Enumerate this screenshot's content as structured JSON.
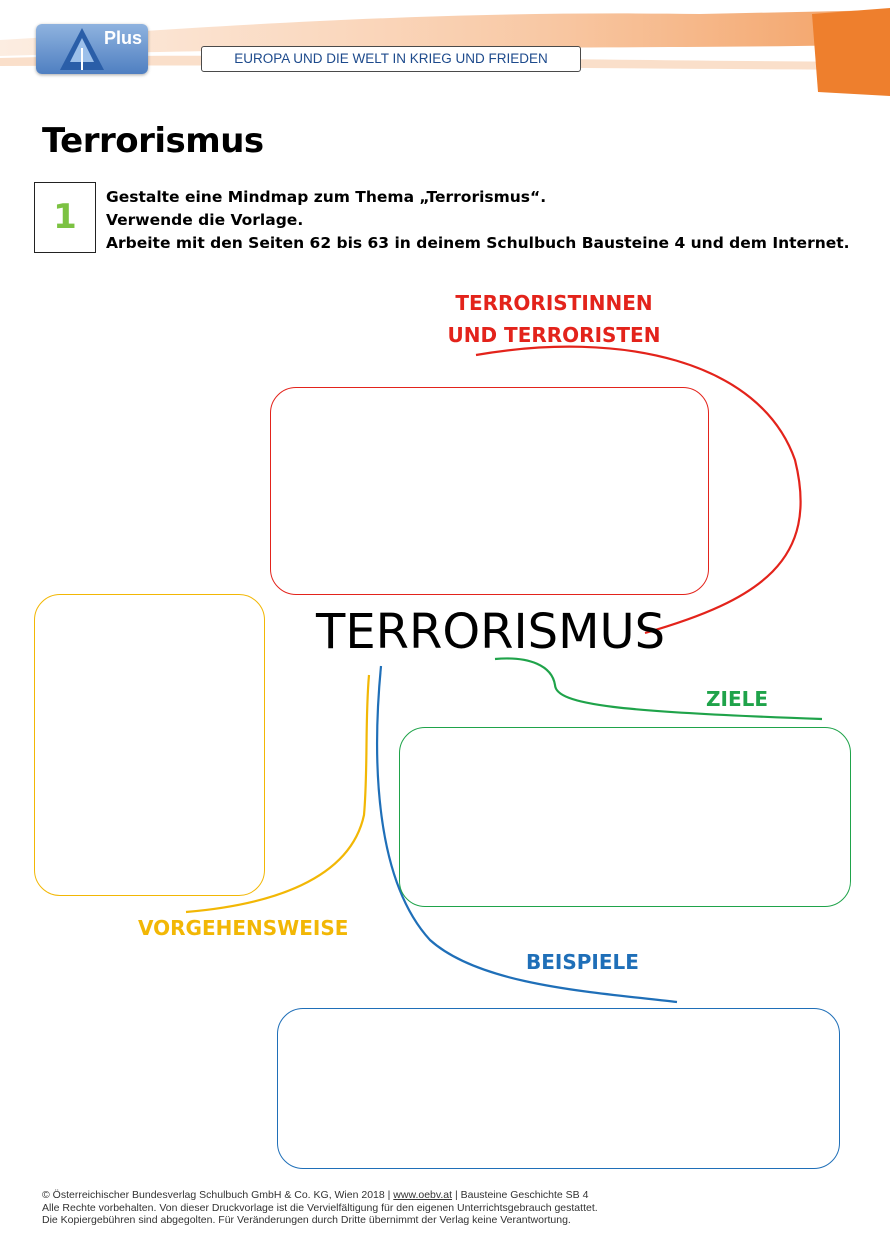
{
  "header": {
    "logo_text": "Plus",
    "title": "EUROPA UND DIE WELT IN KRIEG UND FRIEDEN"
  },
  "page_title": "Terrorismus",
  "task": {
    "number": "1",
    "lines": [
      "Gestalte eine Mindmap zum Thema „Terrorismus“.",
      "Verwende die Vorlage.",
      "Arbeite mit den Seiten 62 bis 63 in deinem Schulbuch Bausteine 4 und dem Internet."
    ]
  },
  "mindmap": {
    "center": "TERRORISMUS",
    "branches": {
      "terroristen": {
        "line1": "TERRORISTINNEN",
        "line2": "UND TERRORISTEN",
        "color": "#e3231b"
      },
      "ziele": {
        "label": "ZIELE",
        "color": "#1fa34a"
      },
      "vorgehensweise": {
        "label": "VORGEHENSWEISE",
        "color": "#f2b705"
      },
      "beispiele": {
        "label": "BEISPIELE",
        "color": "#1f6fb8"
      }
    }
  },
  "footer": {
    "line1_prefix": "© Österreichischer Bundesverlag Schulbuch GmbH & Co. KG, Wien 2018 | ",
    "link": "www.oebv.at",
    "line1_suffix": " | Bausteine Geschichte SB 4",
    "line2": "Alle Rechte vorbehalten. Von dieser Druckvorlage ist die Vervielfältigung für den eigenen Unterrichtsgebrauch gestattet.",
    "line3": "Die Kopiergebühren sind abgegolten. Für Veränderungen durch Dritte übernimmt der Verlag keine Verantwortung."
  },
  "colors": {
    "accent_orange": "#ee7f2d",
    "logo_blue": "#4f7fc1",
    "task_green": "#7cc242"
  }
}
